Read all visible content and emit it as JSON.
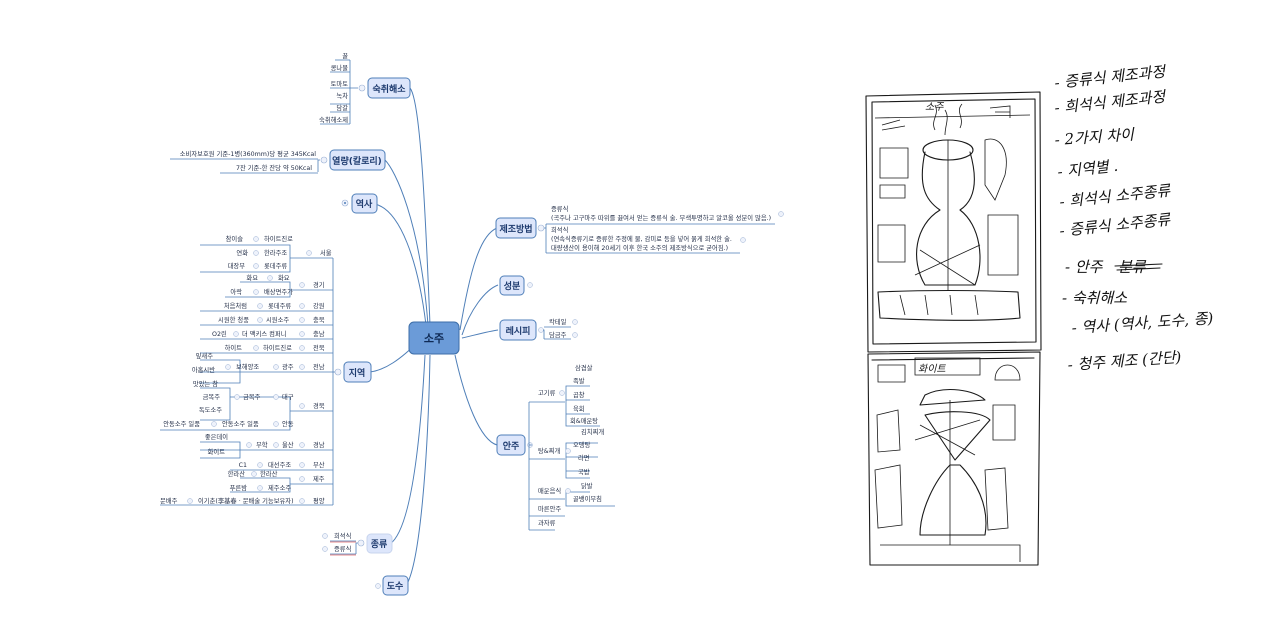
{
  "mindmap": {
    "root": "소주",
    "colors": {
      "root_fill": "#6b9bd8",
      "branch_fill": "#dde6fb",
      "line": "#4f7fb8",
      "accent_red": "#e88b8b"
    },
    "branches": {
      "hangover": {
        "label": "숙취해소",
        "items": [
          "꿀",
          "콩나물",
          "토마토",
          "녹차",
          "담갈",
          "숙취해소제"
        ]
      },
      "calories": {
        "label": "열량(칼로리)",
        "items": [
          "소비자보호원 기준-1병(360mm)당 평균 345Kcal",
          "7잔 기준-한 잔당 약 50Kcal"
        ]
      },
      "history": {
        "label": "역사"
      },
      "region": {
        "label": "지역",
        "rows": [
          {
            "region": "서울",
            "makers": [
              "하이트진로",
              "한라주조",
              "롯데주류"
            ],
            "brands": [
              "참이슬",
              "연화",
              "대장부"
            ]
          },
          {
            "region": "경기",
            "makers": [
              "화요",
              "배상면주가"
            ],
            "brands": [
              "화요",
              "아락"
            ]
          },
          {
            "region": "강원",
            "makers": [
              "롯데주류"
            ],
            "brands": [
              "처음처럼"
            ]
          },
          {
            "region": "충북",
            "makers": [
              "시원소주"
            ],
            "brands": [
              "시원한 청풍"
            ]
          },
          {
            "region": "충남",
            "makers": [
              "더 맥키스 컴퍼니"
            ],
            "brands": [
              "O2린"
            ]
          },
          {
            "region": "전북",
            "makers": [
              "하이트진로"
            ],
            "brands": [
              "하이트"
            ]
          },
          {
            "region": "전남",
            "cities": [
              "광주"
            ],
            "makers": [
              "보해양조"
            ],
            "brands": [
              "잎새주",
              "아홉시반"
            ]
          },
          {
            "region": "경북",
            "cities": [
              "대구",
              "안동"
            ],
            "makers": [
              "금복주",
              "안동소주 일품"
            ],
            "brands": [
              "맛있는 참",
              "금복주",
              "독도소주",
              "안동소주 일품"
            ]
          },
          {
            "region": "경남",
            "cities": [
              "울산"
            ],
            "makers": [
              "무학"
            ],
            "brands": [
              "좋은데이",
              "화이트"
            ]
          },
          {
            "region": "부산",
            "makers": [
              "대선주조"
            ],
            "brands": [
              "C1"
            ]
          },
          {
            "region": "제주",
            "makers": [
              "한라산",
              "제주소주"
            ],
            "brands": [
              "한라산",
              "푸른밤"
            ]
          },
          {
            "region": "평양",
            "makers": [
              "이기춘(李基春 · 문배술 기능보유자)"
            ],
            "brands": [
              "문배주"
            ]
          }
        ]
      },
      "types": {
        "label": "종류",
        "items": [
          "희석식",
          "증류식"
        ]
      },
      "abv": {
        "label": "도수"
      },
      "manufacturing": {
        "label": "제조방법",
        "items": [
          {
            "title": "증류식",
            "desc": [
              "(곡주나 고구마주 따위를 끓여서 얻는 증류식 술. 무색투명하고 알코올 성분이 많음.)"
            ]
          },
          {
            "title": "희석식",
            "desc": [
              "(연속식증류기로 증류한 주정에 물, 감미료 등을 넣어 묽게 희석한 술.",
              "대량생산이 용이해 20세기 이후 한국 소주의 제조방식으로 굳어짐.)"
            ]
          }
        ]
      },
      "ingredients": {
        "label": "성분"
      },
      "recipe": {
        "label": "레시피",
        "items": [
          "칵테일",
          "담금주"
        ]
      },
      "snacks": {
        "label": "안주",
        "groups": [
          {
            "label": "고기류",
            "items": [
              "삼겹살",
              "족발",
              "곱창",
              "육회",
              "회&매운탕"
            ]
          },
          {
            "label": "탕&찌개",
            "items": [
              "김치찌개",
              "오뎅탕",
              "라면",
              "국밥"
            ]
          },
          {
            "label": "매운음식",
            "items": [
              "닭발",
              "골뱅이무침"
            ]
          },
          {
            "label": "마른안주"
          },
          {
            "label": "과자류"
          }
        ]
      }
    }
  },
  "sketch": {
    "notes": [
      "- 증류식 제조과정",
      "- 희석식 제조과정",
      "- 2가지 차이",
      "- 지역별 .",
      "- 희석식 소주종류",
      "- 증류식 소주종류",
      "- 안주",
      "- 숙취해소",
      "- 역사 (역사, 도수, 종)",
      "- 청주 제조 (간단)"
    ],
    "strike_text": "분류",
    "panel_labels": [
      "소주",
      "화이트"
    ]
  }
}
